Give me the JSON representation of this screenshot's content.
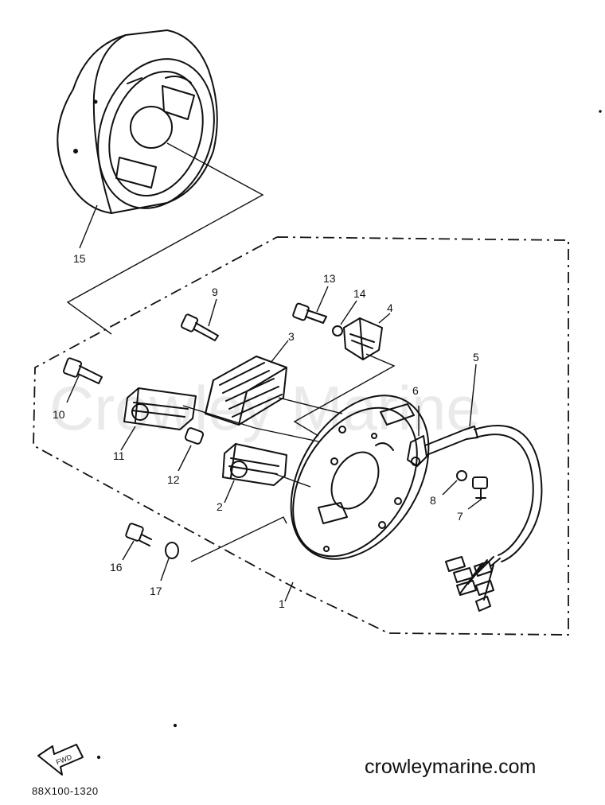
{
  "watermark": "Crowley Marine",
  "site_url": "crowleymarine.com",
  "diagram_code": "88X100-1320",
  "fwd_label": "FWD",
  "callouts": [
    "1",
    "2",
    "3",
    "4",
    "5",
    "6",
    "7",
    "8",
    "9",
    "10",
    "11",
    "12",
    "13",
    "14",
    "15",
    "16",
    "17"
  ]
}
